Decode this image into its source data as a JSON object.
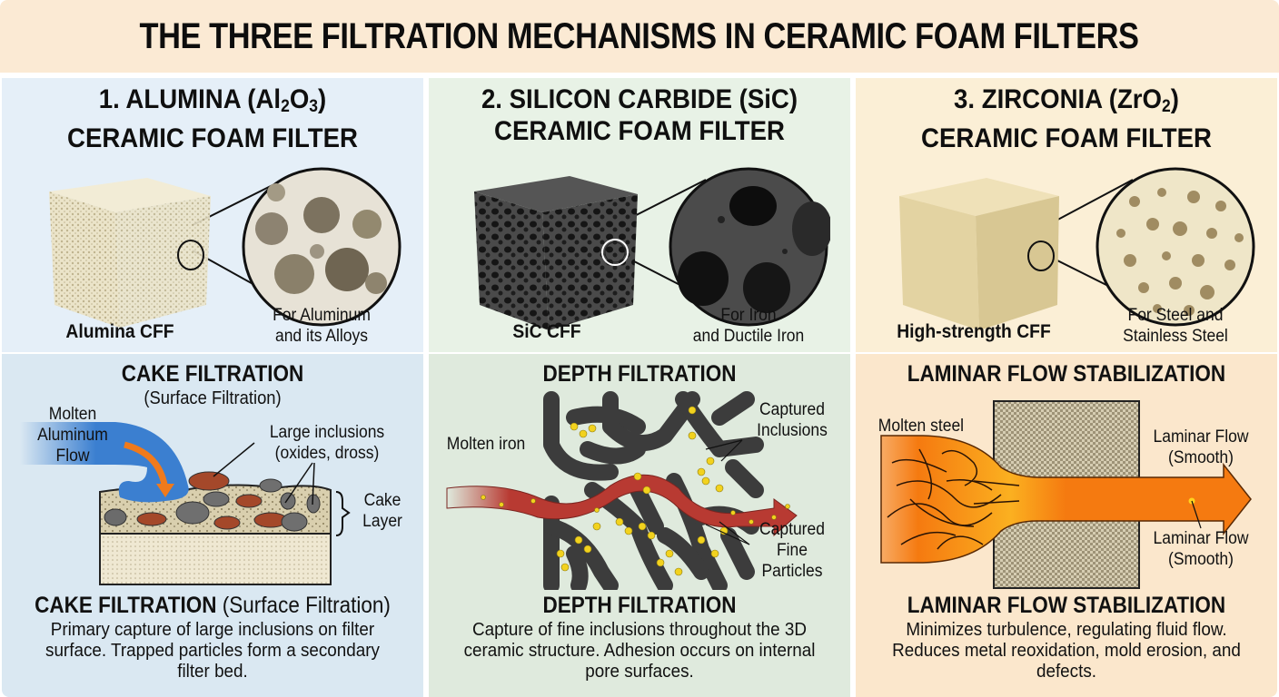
{
  "header": {
    "title": "THE THREE FILTRATION MECHANISMS IN CERAMIC FOAM FILTERS",
    "background": "#fbead4"
  },
  "columns": [
    {
      "number": "1.",
      "title_line1_pre": "1. ALUMINA (Al",
      "title_line1_sub1": "2",
      "title_line1_mid": "O",
      "title_line1_sub2": "3",
      "title_line1_post": ")",
      "title_line2": "CERAMIC FOAM FILTER",
      "product_label": "Alumina CFF",
      "use_label_line1": "For Aluminum",
      "use_label_line2": "and its Alloys",
      "material_color": "#e9e2c8",
      "panel_colors": {
        "upper": "#e5eff8",
        "lower": "#dae8f2"
      },
      "mechanism": {
        "title": "CAKE FILTRATION",
        "subtitle": "(Surface Filtration)",
        "labels": {
          "flow_line1": "Molten",
          "flow_line2": "Aluminum",
          "flow_line3": "Flow",
          "inclusions_line1": "Large inclusions",
          "inclusions_line2": "(oxides, dross)",
          "cake_line1": "Cake",
          "cake_line2": "Layer"
        },
        "flow_color": "#3b7fd0",
        "arrow_color": "#f07a1c"
      },
      "description": {
        "title": "CAKE FILTRATION",
        "title_sub": " (Surface Filtration)",
        "body": "Primary capture of large inclusions on filter surface. Trapped particles form a secondary filter bed."
      }
    },
    {
      "title_line1": "2. SILICON CARBIDE (SiC)",
      "title_line2": "CERAMIC FOAM FILTER",
      "product_label": "SiC CFF",
      "use_label_line1": "For Iron",
      "use_label_line2": "and Ductile Iron",
      "material_color": "#3a3a3a",
      "panel_colors": {
        "upper": "#e8f2e6",
        "lower": "#dfeadd"
      },
      "mechanism": {
        "title": "DEPTH FILTRATION",
        "labels": {
          "flow": "Molten iron",
          "captured_inclusions_line1": "Captured",
          "captured_inclusions_line2": "Inclusions",
          "captured_fine_line1": "Captured",
          "captured_fine_line2": "Fine",
          "captured_fine_line3": "Particles"
        },
        "flow_color": "#b83a32",
        "particle_color": "#f2d21e"
      },
      "description": {
        "title": "DEPTH FILTRATION",
        "body": "Capture of fine inclusions throughout the 3D ceramic structure. Adhesion occurs on internal pore surfaces."
      }
    },
    {
      "title_line1_pre": "3. ZIRCONIA (ZrO",
      "title_line1_sub": "2",
      "title_line1_post": ")",
      "title_line2": "CERAMIC FOAM FILTER",
      "product_label": "High-strength CFF",
      "use_label_line1": "For Steel and",
      "use_label_line2": "Stainless Steel",
      "material_color": "#e6d6a8",
      "panel_colors": {
        "upper": "#fbefd6",
        "lower": "#fbe7cc"
      },
      "mechanism": {
        "title": "LAMINAR FLOW STABILIZATION",
        "labels": {
          "flow": "Molten steel",
          "laminar_top_line1": "Laminar Flow",
          "laminar_top_line2": "(Smooth)",
          "laminar_bottom_line1": "Laminar Flow",
          "laminar_bottom_line2": "(Smooth)"
        },
        "flow_color": "#f57a10"
      },
      "description": {
        "title": "LAMINAR FLOW STABILIZATION",
        "body": "Minimizes turbulence, regulating fluid flow. Reduces metal reoxidation, mold erosion, and defects."
      }
    }
  ]
}
